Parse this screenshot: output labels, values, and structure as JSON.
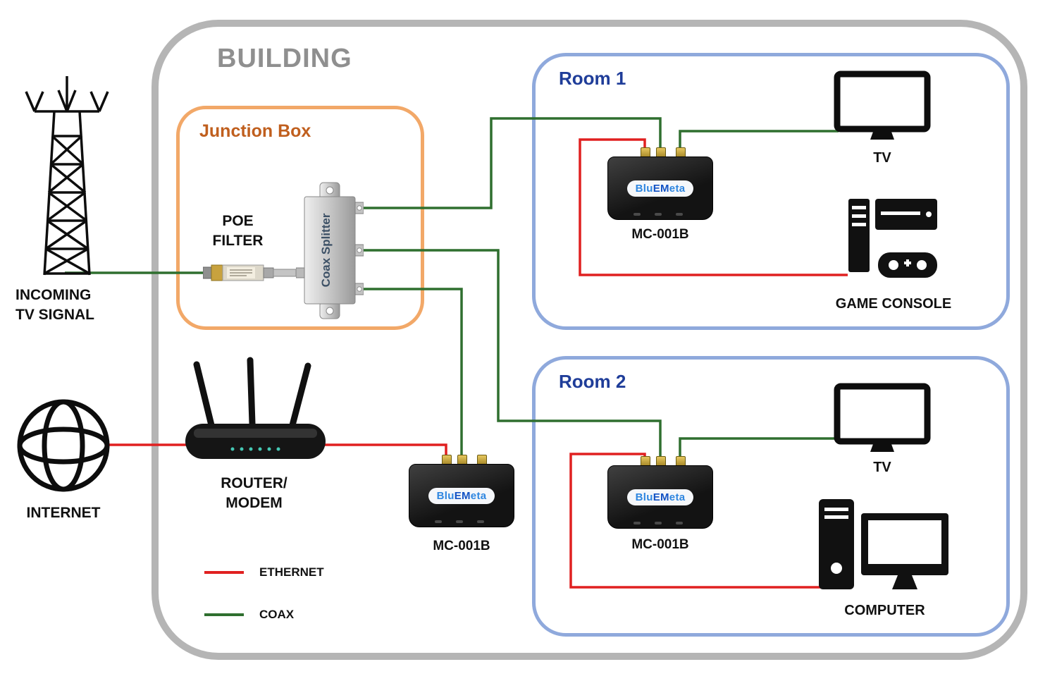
{
  "building": {
    "label": "BUILDING"
  },
  "junction_box": {
    "label": "Junction Box",
    "poe_filter": "POE\nFILTER",
    "splitter_label": "Coax Splitter"
  },
  "external": {
    "incoming_signal": "INCOMING\nTV SIGNAL",
    "internet": "INTERNET",
    "router": "ROUTER/\nMODEM"
  },
  "rooms": [
    {
      "label": "Room 1",
      "tv": "TV",
      "console": "GAME CONSOLE"
    },
    {
      "label": "Room 2",
      "tv": "TV",
      "computer": "COMPUTER"
    }
  ],
  "adapter": {
    "model": "MC-001B",
    "brand_part1": "Blu",
    "brand_part2": "EM",
    "brand_part3": "eta"
  },
  "legend": {
    "ethernet": "ETHERNET",
    "coax": "COAX"
  },
  "colors": {
    "ethernet": "#e02020",
    "coax": "#2f6f2f",
    "building_border": "#b5b5b5",
    "room_border": "#8fa9dc",
    "junction_border": "#f2a868",
    "room_label": "#1f3d99",
    "junction_label": "#c05f1e",
    "building_label": "#8f8f8f"
  }
}
